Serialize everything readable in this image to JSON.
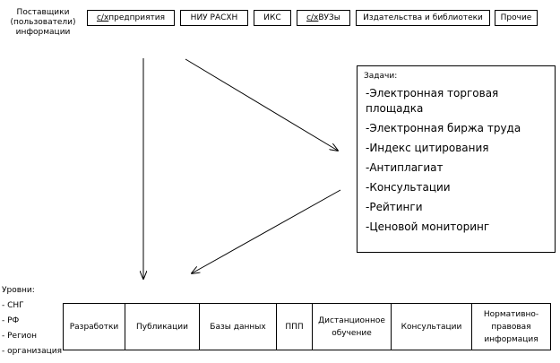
{
  "suppliers": {
    "title": "Поставщики (пользователи) информации",
    "items": [
      {
        "prefix": "с/х",
        "label": " предприятия"
      },
      {
        "prefix": "",
        "label": "НИУ РАСХН"
      },
      {
        "prefix": "",
        "label": "ИКС"
      },
      {
        "prefix": "с/х",
        "label": " ВУЗы"
      },
      {
        "prefix": "",
        "label": "Издательства и библиотеки"
      },
      {
        "prefix": "",
        "label": "Прочие"
      }
    ]
  },
  "tasks": {
    "title": "Задачи:",
    "items": [
      "-Электронная торговая площадка",
      "-Электронная биржа труда",
      "-Индекс цитирования",
      "-Антиплагиат",
      "-Консультации",
      "-Рейтинги",
      "-Ценовой мониторинг"
    ]
  },
  "levels": {
    "title": "Уровни:",
    "items": [
      "- СНГ",
      "- РФ",
      "- Регион",
      "- организация"
    ]
  },
  "categories": [
    "Разработки",
    "Публикации",
    "Базы данных",
    "ППП",
    "Дистанционное обучение",
    "Консультации",
    "Нормативно-правовая информация"
  ],
  "colors": {
    "line": "#000000",
    "background": "#ffffff"
  }
}
